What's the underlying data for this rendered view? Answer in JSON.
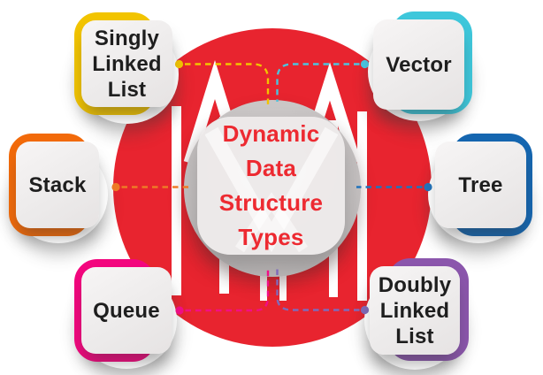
{
  "center": {
    "label": "Dynamic Data Structure Types",
    "lines": [
      "Dynamic",
      "Data",
      "Structure",
      "Types"
    ],
    "text_color": "#ED2A31",
    "circle_color": "#E8242F"
  },
  "node_text_color": "#1E1E1E",
  "nodes": [
    {
      "id": "singly-linked-list",
      "label": "Singly Linked List",
      "lines": [
        "Singly",
        "Linked",
        "List"
      ],
      "accent": "#F2C400",
      "connector_color": "#F2C400",
      "position": "top-left"
    },
    {
      "id": "vector",
      "label": "Vector",
      "lines": [
        "Vector"
      ],
      "accent": "#3EC7DB",
      "connector_color": "#4AC4DE",
      "position": "top-right"
    },
    {
      "id": "stack",
      "label": "Stack",
      "lines": [
        "Stack"
      ],
      "accent": "#F26A0A",
      "connector_color": "#EE7A26",
      "position": "mid-left"
    },
    {
      "id": "tree",
      "label": "Tree",
      "lines": [
        "Tree"
      ],
      "accent": "#1566B0",
      "connector_color": "#2173BC",
      "position": "mid-right"
    },
    {
      "id": "queue",
      "label": "Queue",
      "lines": [
        "Queue"
      ],
      "accent": "#F3067E",
      "connector_color": "#F30D87",
      "position": "bottom-left"
    },
    {
      "id": "doubly-linked-list",
      "label": "Doubly Linked List",
      "lines": [
        "Doubly",
        "Linked",
        "List"
      ],
      "accent": "#8B56AC",
      "connector_color": "#7F6ABA",
      "position": "bottom-right"
    }
  ]
}
